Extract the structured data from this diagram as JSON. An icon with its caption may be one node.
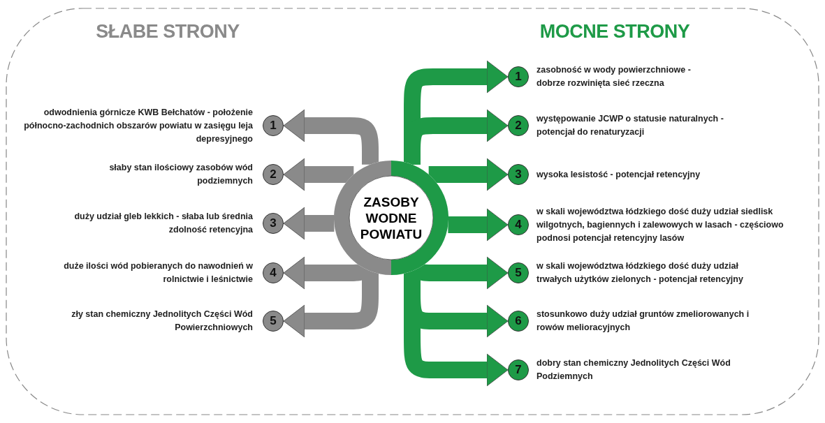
{
  "diagram": {
    "nodes": [
      {
        "text": [
          "ZASOBY WODNE POWIATU"
        ]
      },
      {
        "text": [
          "1"
        ],
        "beside": [
          "odwodnienia górnicze KWB Bełchatów - położenie północno-zachodnich obszarów powiatu w zasięgu leja depresyjnego"
        ]
      },
      {
        "text": [
          "2"
        ],
        "beside": [
          "słaby stan ilościowy zasobów wód podziemnych"
        ]
      },
      {
        "text": [
          "3"
        ],
        "beside": [
          "duży udział gleb lekkich - słaba lub średnia zdolność retencyjna"
        ]
      },
      {
        "text": [
          "4"
        ],
        "beside": [
          "duże ilości wód pobieranych do nawodnień w rolnictwie i leśnictwie"
        ]
      },
      {
        "text": [
          "5"
        ],
        "beside": [
          "zły stan chemiczny Jednolitych Części Wód Powierzchniowych"
        ]
      },
      {
        "text": [
          "1"
        ],
        "beside": [
          "zasobność w wody powierzchniowe - dobrze rozwinięta sieć rzeczna"
        ]
      },
      {
        "text": [
          "2"
        ],
        "beside": [
          "występowanie JCWP o statusie naturalnych -potencjał do renaturyzacji"
        ]
      },
      {
        "text": [
          "3"
        ],
        "beside": [
          "wysoka lesistość - potencjał retencyjny"
        ]
      },
      {
        "text": [
          "4"
        ],
        "beside": [
          "w skali województwa łódzkiego dość duży udział siedlisk wilgotnych, bagiennych i zalewowych w lasach - częściowo podnosi potencjał retencyjny lasów"
        ]
      },
      {
        "text": [
          "5"
        ],
        "beside": [
          "w skali województwa łódzkiego dość duży udział trwałych użytków zielonych - potencjał retencyjny"
        ]
      },
      {
        "text": [
          "6"
        ],
        "beside": [
          "stosunkowo duży udział gruntów zmeliorowanych i rowów melioracyjnych"
        ]
      },
      {
        "text": [
          "7"
        ],
        "beside": [
          "dobry stan chemiczny Jednolitych Części Wód Podziemnych"
        ]
      }
    ],
    "edges": [
      {
        "from": 0,
        "to": 1,
        "arrow": "to",
        "color": "#8a8a8a"
      },
      {
        "from": 0,
        "to": 2,
        "arrow": "to",
        "color": "#8a8a8a"
      },
      {
        "from": 0,
        "to": 3,
        "arrow": "to",
        "color": "#8a8a8a"
      },
      {
        "from": 0,
        "to": 4,
        "arrow": "to",
        "color": "#8a8a8a"
      },
      {
        "from": 0,
        "to": 5,
        "arrow": "to",
        "color": "#8a8a8a"
      },
      {
        "from": 0,
        "to": 6,
        "arrow": "to"
      },
      {
        "from": 0,
        "to": 7,
        "arrow": "to"
      },
      {
        "from": 0,
        "to": 8,
        "arrow": "to"
      },
      {
        "from": 0,
        "to": 9,
        "arrow": "to"
      },
      {
        "from": 0,
        "to": 10,
        "arrow": "to"
      },
      {
        "from": 0,
        "to": 11,
        "arrow": "to"
      },
      {
        "from": 0,
        "to": 12,
        "arrow": "to"
      }
    ],
    "labels": [
      "SŁABE STRONY",
      "MOCNE STRONY"
    ]
  }
}
